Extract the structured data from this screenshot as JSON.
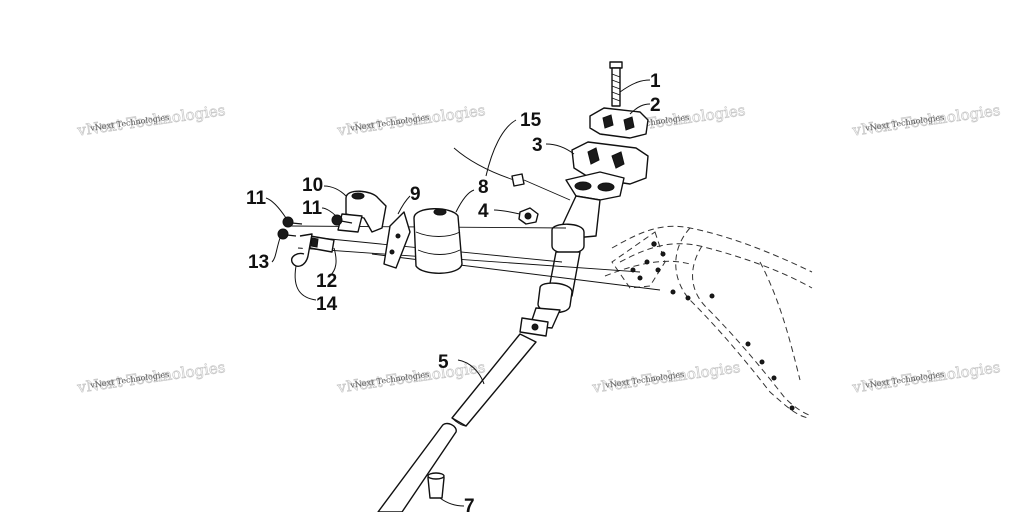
{
  "callouts": [
    "1",
    "2",
    "3",
    "4",
    "5",
    "7",
    "8",
    "9",
    "10",
    "11",
    "11",
    "12",
    "13",
    "14",
    "15"
  ],
  "watermark": "vNext Technologies"
}
